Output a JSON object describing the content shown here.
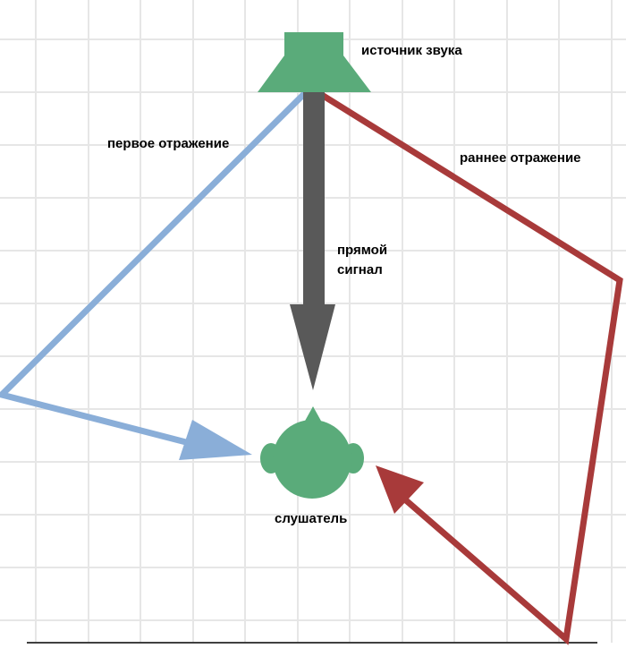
{
  "labels": {
    "source": "источник звука",
    "first_reflection": "первое отражение",
    "early_reflection": "раннее отражение",
    "direct_line1": "прямой",
    "direct_line2": "сигнал",
    "listener": "слушатель"
  },
  "colors": {
    "grid": "#e6e6e6",
    "source_fill": "#5aab7a",
    "listener_fill": "#5aab7a",
    "direct_arrow": "#595959",
    "first_reflection": "#8aaed8",
    "early_reflection": "#a83a3a",
    "floor": "#404040"
  },
  "icons": {
    "source": "speaker-icon",
    "listener": "head-icon"
  }
}
